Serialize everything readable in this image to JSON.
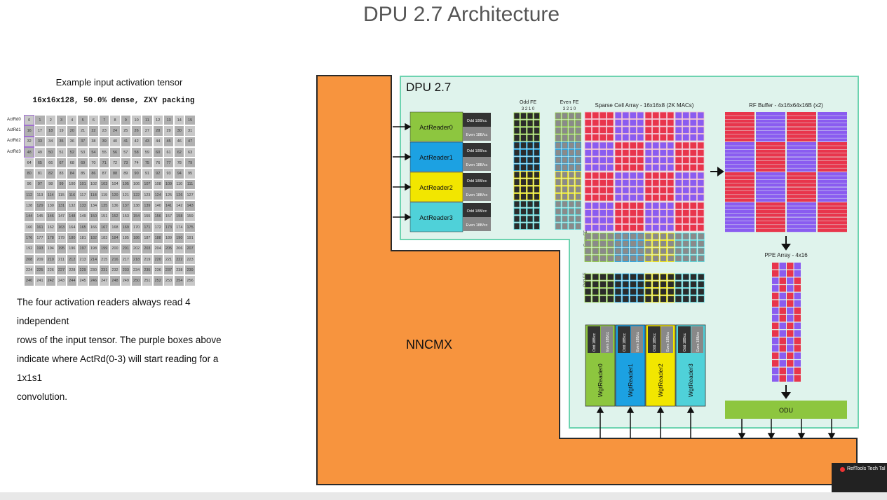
{
  "slide": {
    "title": "DPU 2.7 Architecture"
  },
  "tensor": {
    "title": "Example input activation tensor",
    "subtitle": "16x16x128, 50.0% dense, ZXY packing",
    "row_labels": [
      "ActRd0",
      "ActRd1",
      "ActRd2",
      "ActRd3"
    ],
    "grid_size": 16
  },
  "caption": {
    "line1": "The four activation readers always read 4 independent",
    "line2": "rows of the input tensor. The purple boxes above",
    "line3": "indicate where ActRd(0-3) will start reading for a 1x1s1",
    "line4": "convolution."
  },
  "diagram": {
    "dpu_label": "DPU 2.7",
    "nncmx_label": "NNCMX",
    "odd_fe": "Odd FE",
    "even_fe": "Even FE",
    "fe_bits": "3 2 1 0",
    "sparse_array": "Sparse Cell Array - 16x16x8 (2K MACs)",
    "rf_buffer": "RF Buffer - 4x16x64x16B (x2)",
    "ppe_array": "PPE Array - 4x16",
    "odu": "ODU",
    "odd_rate": "Odd 18B/cc",
    "even_rate": "Even 18B/cc",
    "act_readers": [
      {
        "name": "ActReader0",
        "color": "#8dc63f"
      },
      {
        "name": "ActReader1",
        "color": "#1ca1e2"
      },
      {
        "name": "ActReader2",
        "color": "#f2e600"
      },
      {
        "name": "ActReader3",
        "color": "#4fd1d9"
      }
    ],
    "wgt_readers": [
      {
        "name": "WgtReader0",
        "color": "#8dc63f"
      },
      {
        "name": "WgtReader1",
        "color": "#1ca1e2"
      },
      {
        "name": "WgtReader2",
        "color": "#f2e600"
      },
      {
        "name": "WgtReader3",
        "color": "#4fd1d9"
      }
    ],
    "colors": {
      "orange": "#f7943e",
      "teal_border": "#6dd3b0",
      "red": "#e8354c",
      "purple": "#8a5cf0",
      "panel": "#dff3ec"
    }
  },
  "presenter": {
    "name": "RefTools Tech Tal"
  }
}
